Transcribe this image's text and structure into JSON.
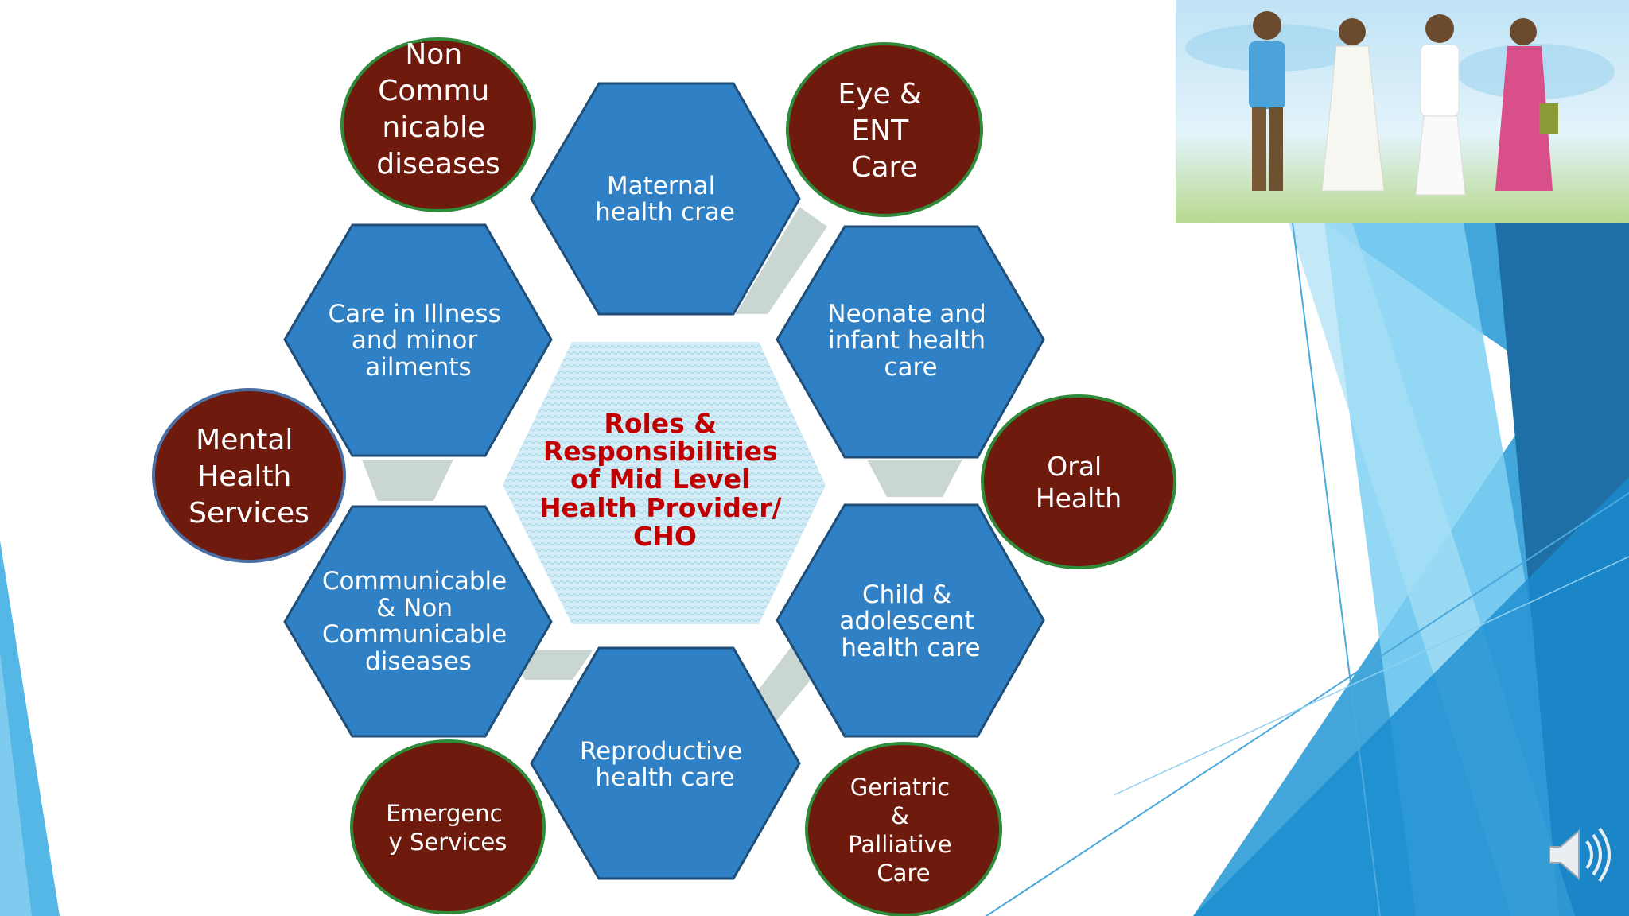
{
  "center": {
    "lines": [
      "Roles &",
      "Responsibilities",
      "of Mid Level",
      "Health Provider/",
      "CHO"
    ]
  },
  "hexagons": [
    {
      "id": "maternal",
      "lines": [
        "Maternal",
        "health crae"
      ]
    },
    {
      "id": "neonate",
      "lines": [
        "Neonate and",
        "infant health",
        "care"
      ]
    },
    {
      "id": "child",
      "lines": [
        "Child &",
        "adolescent",
        "health care"
      ]
    },
    {
      "id": "reproductive",
      "lines": [
        "Reproductive",
        "health care"
      ]
    },
    {
      "id": "communicable",
      "lines": [
        "Communicable",
        "& Non",
        "Communicable",
        "diseases"
      ]
    },
    {
      "id": "illness",
      "lines": [
        "Care in Illness",
        "and minor",
        "ailments"
      ]
    }
  ],
  "circles": [
    {
      "id": "ncd",
      "lines": [
        "Non",
        "Commu",
        "nicable",
        "diseases"
      ]
    },
    {
      "id": "eye-ent",
      "lines": [
        "Eye &",
        "ENT",
        "Care"
      ]
    },
    {
      "id": "oral",
      "lines": [
        "Oral",
        "Health"
      ]
    },
    {
      "id": "geriatric",
      "lines": [
        "Geriatric",
        "&",
        "Palliative",
        "Care"
      ]
    },
    {
      "id": "emergency",
      "lines": [
        "Emergenc",
        "y Services"
      ]
    },
    {
      "id": "mental",
      "lines": [
        "Mental",
        "Health",
        "Services"
      ]
    }
  ],
  "colors": {
    "hexagon_fill": "#2f80c4",
    "hexagon_stroke": "#1f4e79",
    "circle_fill": "#6e1a0d",
    "circle_stroke": "#2e8b3a",
    "center_text": "#c00000",
    "connector": "#c9d6d2"
  },
  "icons": {
    "audio": "speaker-icon",
    "picture": "health-workers-illustration"
  }
}
